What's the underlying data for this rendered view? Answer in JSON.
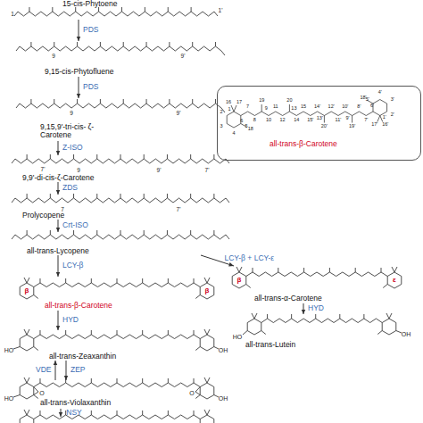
{
  "diagram": {
    "nodes": [
      {
        "text": [
          "15-cis-Phytoene"
        ]
      },
      {
        "text": [
          "9,15-cis-Phytofluene"
        ]
      },
      {
        "text": [
          "9,15,9'-tri-cis- ζ-Carotene"
        ]
      },
      {
        "text": [
          "9,9'-di-cis-ζ-Carotene"
        ]
      },
      {
        "text": [
          "Prolycopene"
        ]
      },
      {
        "text": [
          "all-trans-Lycopene"
        ]
      },
      {
        "text": [
          "all-trans-β-Carotene"
        ]
      },
      {
        "text": [
          "all-trans-α-Carotene"
        ]
      },
      {
        "text": [
          "all-trans-Zeaxanthin"
        ]
      },
      {
        "text": [
          "all-trans-Lutein"
        ]
      },
      {
        "text": [
          "all-trans-Violaxanthin"
        ]
      },
      {
        "text": [
          "all-trans-β-Carotene"
        ]
      }
    ],
    "edges": [
      {
        "from": 0,
        "to": 1,
        "label": "PDS",
        "arrow": "to"
      },
      {
        "from": 1,
        "to": 2,
        "label": "PDS",
        "arrow": "to"
      },
      {
        "from": 2,
        "to": 3,
        "label": "Z-ISO",
        "arrow": "to"
      },
      {
        "from": 3,
        "to": 4,
        "label": "ZDS",
        "arrow": "to"
      },
      {
        "from": 4,
        "to": 5,
        "label": "Crt-ISO",
        "arrow": "to"
      },
      {
        "from": 5,
        "to": 6,
        "label": "LCY-β",
        "arrow": "to"
      },
      {
        "from": 5,
        "to": 7,
        "label": "LCY-β + LCY-ε",
        "arrow": "to"
      },
      {
        "from": 6,
        "to": 8,
        "label": "HYD",
        "arrow": "to"
      },
      {
        "from": 7,
        "to": 9,
        "label": "HYD",
        "arrow": "to"
      },
      {
        "from": 10,
        "to": 8,
        "label": "VDE",
        "arrow": "to"
      },
      {
        "from": 8,
        "to": 10,
        "label": "ZEP",
        "arrow": "to"
      }
    ],
    "labels": [
      "1",
      "1'",
      "9",
      "9'",
      "9",
      "9'",
      "7'",
      "9",
      "9'",
      "7'",
      "7",
      "7'",
      "β",
      "β",
      "β",
      "ε",
      "HO",
      "OH",
      "HO",
      "OH",
      "HO",
      "OH",
      "O",
      "O",
      "NSY",
      "16",
      "17",
      "1",
      "2",
      "3",
      "4",
      "5",
      "6",
      "7",
      "8",
      "9",
      "10",
      "11",
      "12",
      "13",
      "14",
      "15",
      "18",
      "19",
      "20",
      "15'",
      "14'",
      "13'",
      "12'",
      "11'",
      "10'",
      "9'",
      "8'",
      "7'",
      "6'",
      "5'",
      "4'",
      "3'",
      "2'",
      "1'",
      "16'",
      "17'",
      "18'",
      "19'",
      "20'"
    ]
  }
}
